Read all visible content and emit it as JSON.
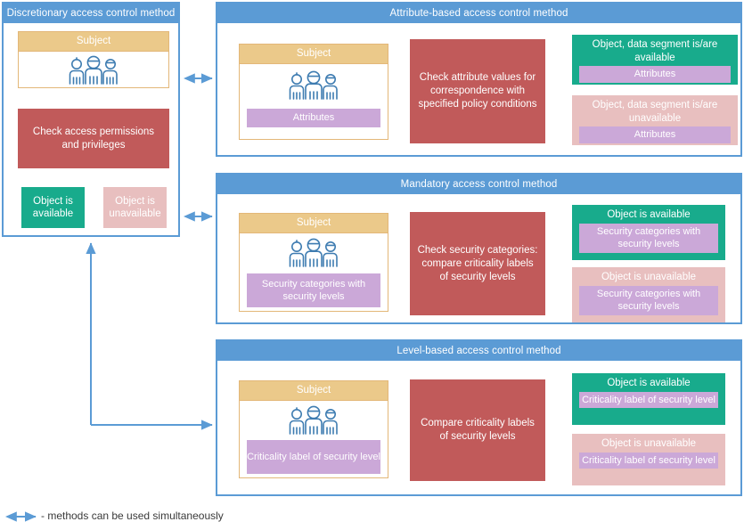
{
  "legend": {
    "arrow_icon": "double-arrow-icon",
    "text": "- methods can be used simultaneously",
    "arrow_color": "#5B9BD5"
  },
  "colors": {
    "panel_border": "#5B9BD5",
    "panel_header": "#5B9BD5",
    "subject_header": "#EBC98A",
    "subject_border": "#E3B778",
    "process": "#C15A5A",
    "available": "#18AB8C",
    "unavailable": "#E8BFBF",
    "tag": "#CBA8D8",
    "connector": "#808080"
  },
  "panels": {
    "discretionary": {
      "title": "Discretionary access control method",
      "subject": {
        "label": "Subject",
        "icon": "people-group-icon"
      },
      "process": "Check access permissions and privileges",
      "result_available": "Object is available",
      "result_unavailable": "Object is unavailable"
    },
    "attribute_based": {
      "title": "Attribute-based access control method",
      "subject": {
        "label": "Subject",
        "icon": "people-group-icon",
        "tag": "Attributes"
      },
      "process": "Check attribute values for correspondence with specified policy conditions",
      "result_available": {
        "title": "Object, data segment is/are available",
        "tag": "Attributes"
      },
      "result_unavailable": {
        "title": "Object, data segment is/are unavailable",
        "tag": "Attributes"
      }
    },
    "mandatory": {
      "title": "Mandatory access control method",
      "subject": {
        "label": "Subject",
        "icon": "people-group-icon",
        "tag": "Security categories with security levels"
      },
      "process": "Check security categories: compare criticality labels of security levels",
      "result_available": {
        "title": "Object is available",
        "tag": "Security categories with security levels"
      },
      "result_unavailable": {
        "title": "Object is unavailable",
        "tag": "Security categories with security levels"
      }
    },
    "level_based": {
      "title": "Level-based access control method",
      "subject": {
        "label": "Subject",
        "icon": "people-group-icon",
        "tag": "Criticality label of security level"
      },
      "process": "Compare criticality labels of security levels",
      "result_available": {
        "title": "Object is available",
        "tag": "Criticality label of security level"
      },
      "result_unavailable": {
        "title": "Object is unavailable",
        "tag": "Criticality label of security level"
      }
    }
  }
}
